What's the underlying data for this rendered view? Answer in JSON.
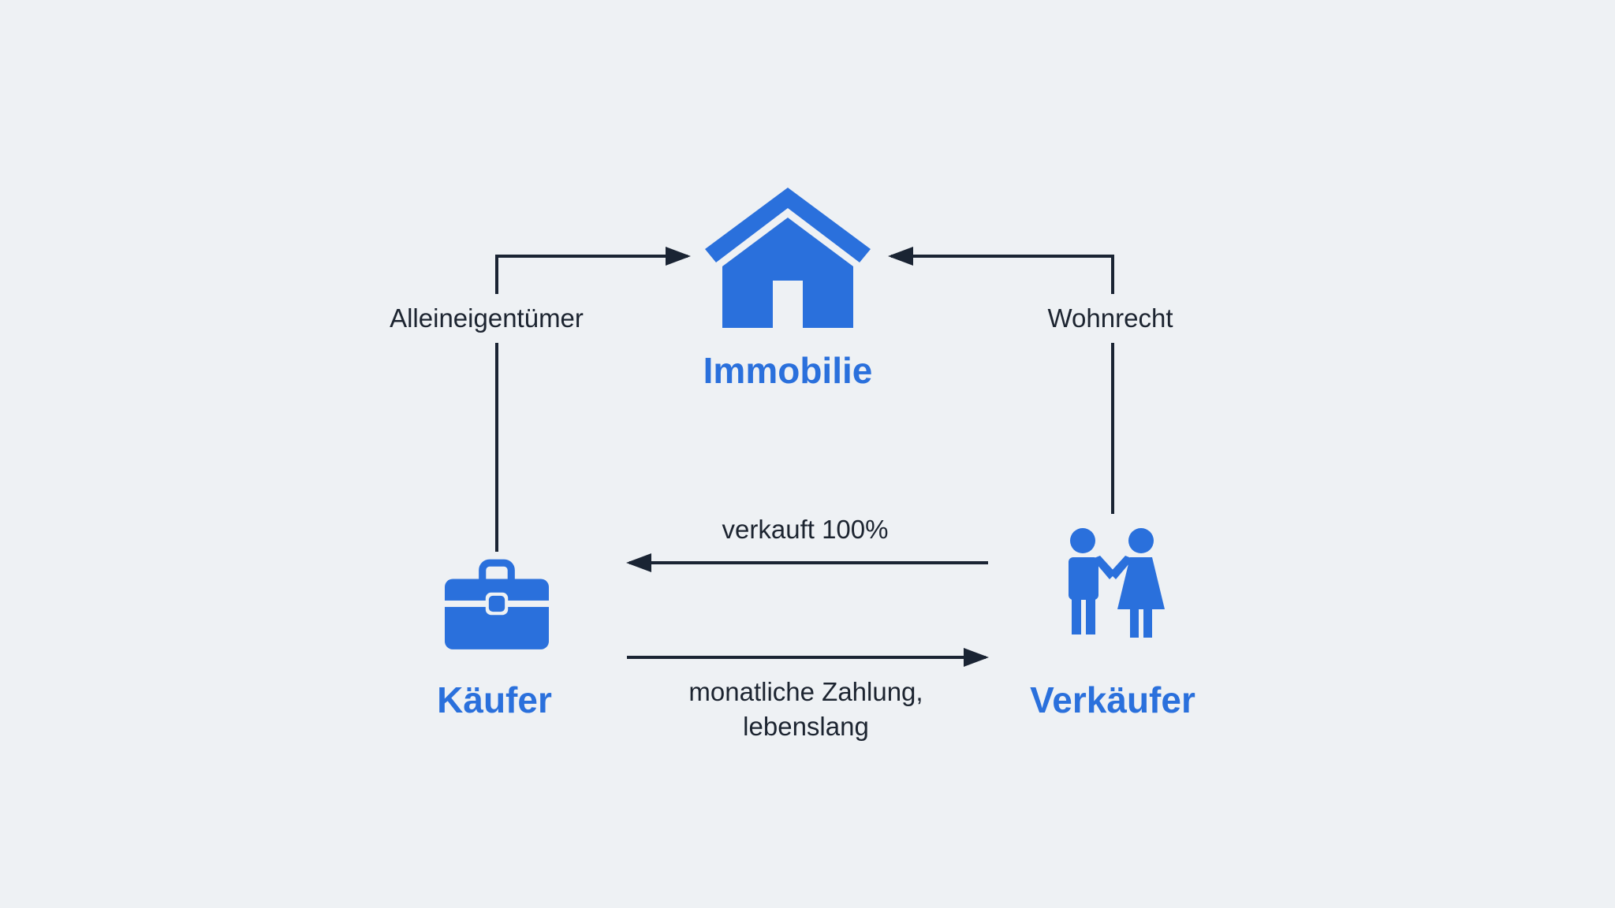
{
  "diagram": {
    "title_hint": "real-estate-annuity-scheme",
    "colors": {
      "background": "#eef1f4",
      "accent": "#2a70dc",
      "line": "#1a2433",
      "text": "#1c2430"
    },
    "nodes": {
      "immobilie": {
        "label": "Immobilie",
        "icon": "house-icon"
      },
      "kaeufer": {
        "label": "Käufer",
        "icon": "briefcase-icon"
      },
      "verkaeufer": {
        "label": "Verkäufer",
        "icon": "couple-icon"
      }
    },
    "edges": {
      "alleineigentuemer": {
        "label": "Alleineigentümer",
        "from": "Käufer",
        "to": "Immobilie"
      },
      "wohnrecht": {
        "label": "Wohnrecht",
        "from": "Verkäufer",
        "to": "Immobilie"
      },
      "verkauft": {
        "label": "verkauft 100%",
        "from": "Verkäufer",
        "to": "Käufer"
      },
      "zahlung": {
        "label": "monatliche Zahlung,",
        "label2": "lebenslang",
        "from": "Käufer",
        "to": "Verkäufer"
      }
    }
  }
}
